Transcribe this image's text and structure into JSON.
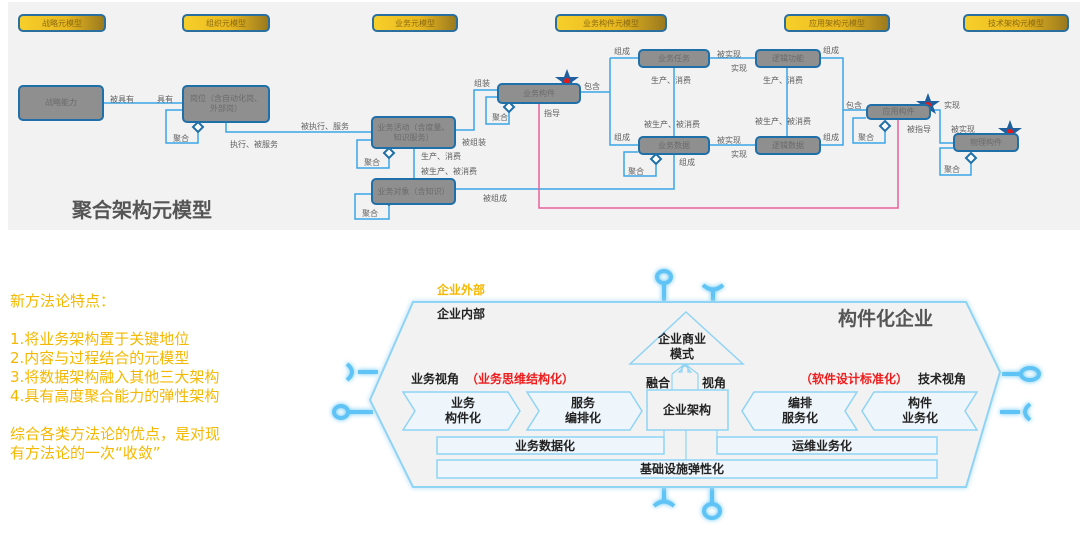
{
  "top_diagram": {
    "title": "聚合架构元模型",
    "categories": [
      "战略元模型",
      "组织元模型",
      "业务元模型",
      "业务构件元模型",
      "应用架构元模型",
      "技术架构元模型"
    ],
    "nodes": {
      "strategic_capability": "战略能力",
      "position": "岗位（含自动化岗、外部岗）",
      "business_activity": "业务活动（含度量、知识服务）",
      "business_object": "业务对象（含知识）",
      "business_component": "业务构件",
      "business_task": "业务任务",
      "business_data": "业务数据",
      "logical_function": "逻辑功能",
      "logical_data": "逻辑数据",
      "application_component": "应用构件",
      "physical_component": "物理构件"
    },
    "relations": {
      "owned_by": "被具有",
      "owns": "具有",
      "executed_serve": "被执行、服务",
      "execute_served": "执行、被服务",
      "assemble": "组装",
      "assembled": "被组装",
      "contain": "包含",
      "guide": "指导",
      "guided": "被指导",
      "compose": "组成",
      "composed": "被组成",
      "produce_consume": "生产、消费",
      "produced_consumed": "被生产、被消费",
      "realized": "被实现",
      "realize": "实现",
      "aggregate": "聚合"
    }
  },
  "notes": {
    "heading": "新方法论特点：",
    "items": [
      "1.将业务架构置于关键地位",
      "2.内容与过程结合的元模型",
      "3.将数据架构融入其他三大架构",
      "4.具有高度聚合能力的弹性架构"
    ],
    "summary_line1": "综合各类方法论的优点，是对现",
    "summary_line2": "有方法论的一次“收敛”"
  },
  "bottom_diagram": {
    "outside_label": "企业外部",
    "inside_label": "企业内部",
    "title": "构件化企业",
    "business_model": [
      "企业商业",
      "模式"
    ],
    "fusion": "融合",
    "view": "视角",
    "enterprise_architecture": "企业架构",
    "business_view": "业务视角",
    "business_view_note": "（业务思维结构化）",
    "tech_view": "技术视角",
    "tech_view_note": "（软件设计标准化）",
    "left_chevrons": [
      [
        "业务",
        "构件化"
      ],
      [
        "服务",
        "编排化"
      ]
    ],
    "right_chevrons": [
      [
        "编排",
        "服务化"
      ],
      [
        "构件",
        "业务化"
      ]
    ],
    "business_data_bar": "业务数据化",
    "ops_bar": "运维业务化",
    "infra_bar": "基础设施弹性化"
  },
  "colors": {
    "line_blue": "#3aa6e6",
    "node_border": "#1f6fa8",
    "node_fill": "#8f8f8f",
    "guide_pink": "#e8609a",
    "note_yellow": "#f5b800",
    "accent_red": "#ee1c1c",
    "glow_blue": "#5fc4f5"
  }
}
